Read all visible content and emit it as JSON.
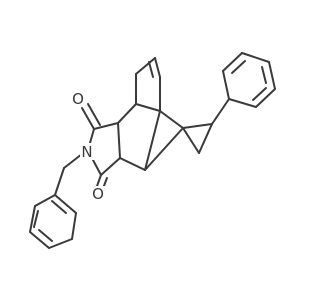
{
  "structure": {
    "type": "skeletal-formula",
    "bond_color": "#3a3a3a",
    "background": "#ffffff",
    "atom_labels": {
      "o_top": "O",
      "o_bottom": "O",
      "n": "N"
    }
  }
}
